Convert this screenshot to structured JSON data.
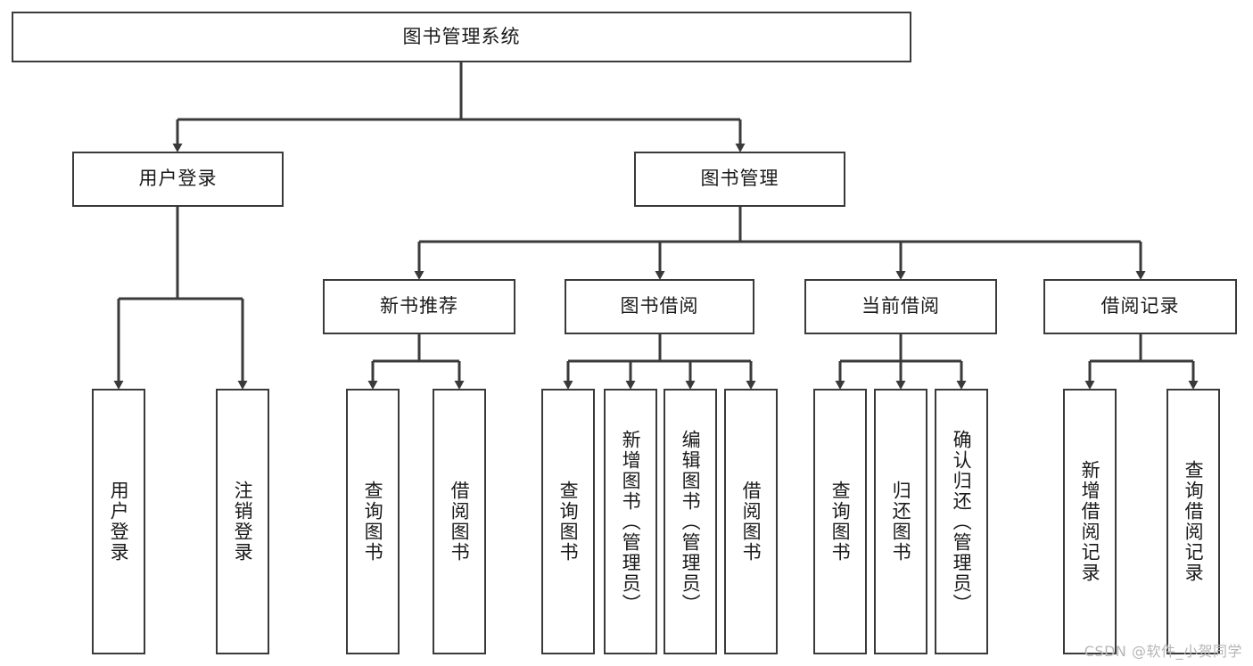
{
  "diagram": {
    "type": "tree",
    "title": "图书管理系统",
    "theme": {
      "background": "#ffffff",
      "node_border": "#3a3a3a",
      "node_fill": "#ffffff",
      "edge_color": "#3a3a3a",
      "text_color": "#1a1a1a",
      "watermark_color": "#b6b6b6"
    },
    "root": {
      "label": "图书管理系统"
    },
    "level2": [
      {
        "label": "用户登录"
      },
      {
        "label": "图书管理"
      }
    ],
    "level3": [
      {
        "label": "新书推荐"
      },
      {
        "label": "图书借阅"
      },
      {
        "label": "当前借阅"
      },
      {
        "label": "借阅记录"
      }
    ],
    "leaves": {
      "user_login": [
        {
          "label": "用户登录"
        },
        {
          "label": "注销登录"
        }
      ],
      "new_book_recommend": [
        {
          "label": "查询图书"
        },
        {
          "label": "借阅图书"
        }
      ],
      "book_borrow": [
        {
          "label": "查询图书"
        },
        {
          "label": "新增图书（管理员）"
        },
        {
          "label": "编辑图书（管理员）"
        },
        {
          "label": "借阅图书"
        }
      ],
      "current_borrow": [
        {
          "label": "查询图书"
        },
        {
          "label": "归还图书"
        },
        {
          "label": "确认归还（管理员）"
        }
      ],
      "borrow_record": [
        {
          "label": "新增借阅记录"
        },
        {
          "label": "查询借阅记录"
        }
      ]
    }
  },
  "watermark": {
    "text": "CSDN @软件_小贺同学"
  }
}
